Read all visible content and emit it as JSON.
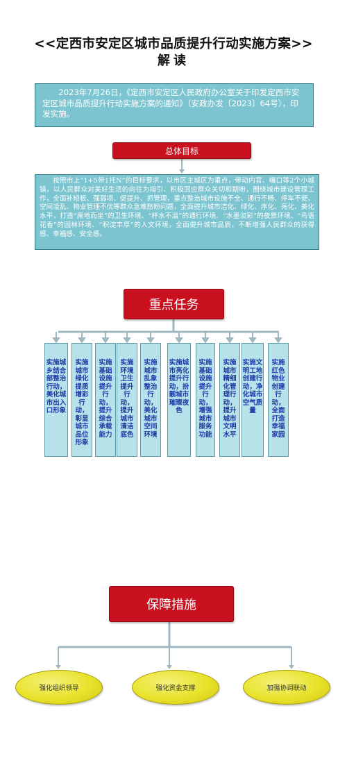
{
  "title": {
    "line1": "<<定西市安定区城市品质提升行动实施方案>>",
    "line2": "解读"
  },
  "intro": "2023年7月26日，《定西市安定区人民政府办公室关于印发定西市安定区城市品质提升行动实施方案的通知》（安政办发〔2023〕64号），印发实施。",
  "goal": {
    "heading": "总体目标",
    "text": "按照市上“1+5带1托N”的目标要求，以市区主城区为重点，带动内官、巉口等2个小城镇，以人民群众对美好生活的向往为指引、积极回应群众关切和期盼，围绕城市建设管理工作，全面补短板、强弱项、促提升、抓管理，重点整治城市设施不全、通行不畅、停车不便、空间凌乱、物业管理不优等群众急难愁盼问题，全面提升城市洁化、绿化、序化、亮化、美化水平，打造“席地而坐”的卫生环境、“杯水不溢”的通行环境、“水墨淡彩”的夜景环境、“鸟语花香”的园林环境、“积淀丰厚”的人文环境，全面提升城市品质，不断增强人民群众的获得感、幸福感、安全感。"
  },
  "tasks": {
    "heading": "重点任务",
    "items": [
      "实施城乡结合部整治行动，美化城市出入口形象",
      "实施城市绿化提质增彩行动，彰显城市品位形象",
      "实施基础设施提升行动，提升综合承载能力",
      "实施环境卫生提升行动，提升城市清洁底色",
      "实施城市乱象整治行动，美化城市空间环境",
      "实施城市亮化提升行动，扮靓城市璀璨夜色",
      "实施基础设施提升行动，增强城市服务功能",
      "实施城市精细化管理行动，提升城市文明水平",
      "实施文明工地创建行动，净化城市空气质量",
      "实施红色物业创建行动，全面打造幸福家园"
    ]
  },
  "guarantees": {
    "heading": "保障措施",
    "items": [
      "强化组织领导",
      "强化资金支撑",
      "加强协调联动"
    ]
  }
}
